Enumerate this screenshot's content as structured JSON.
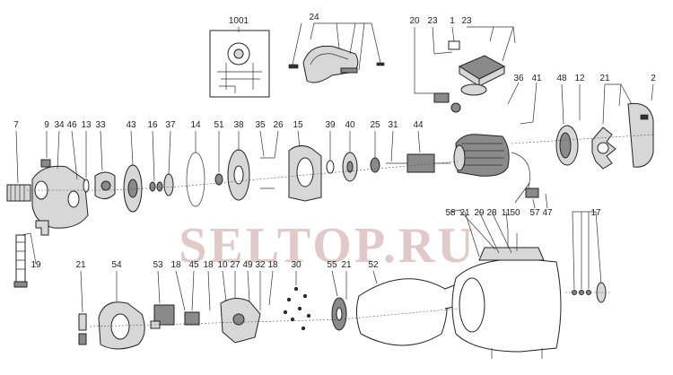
{
  "watermark": "SELTOP.RU",
  "top_labels": [
    "1001",
    "24",
    "20",
    "23",
    "1",
    "23",
    "36",
    "41",
    "48",
    "12",
    "21",
    "2",
    "7",
    "9",
    "34",
    "46",
    "13",
    "33",
    "43",
    "16",
    "37",
    "14",
    "51",
    "38",
    "35",
    "26",
    "15",
    "39",
    "40",
    "25",
    "31",
    "44",
    "50",
    "57",
    "47",
    "17",
    "58",
    "21",
    "29",
    "28",
    "11",
    "30",
    "19",
    "21",
    "54",
    "53",
    "18",
    "45",
    "18",
    "10",
    "27",
    "49",
    "32",
    "18",
    "55",
    "21",
    "52"
  ]
}
